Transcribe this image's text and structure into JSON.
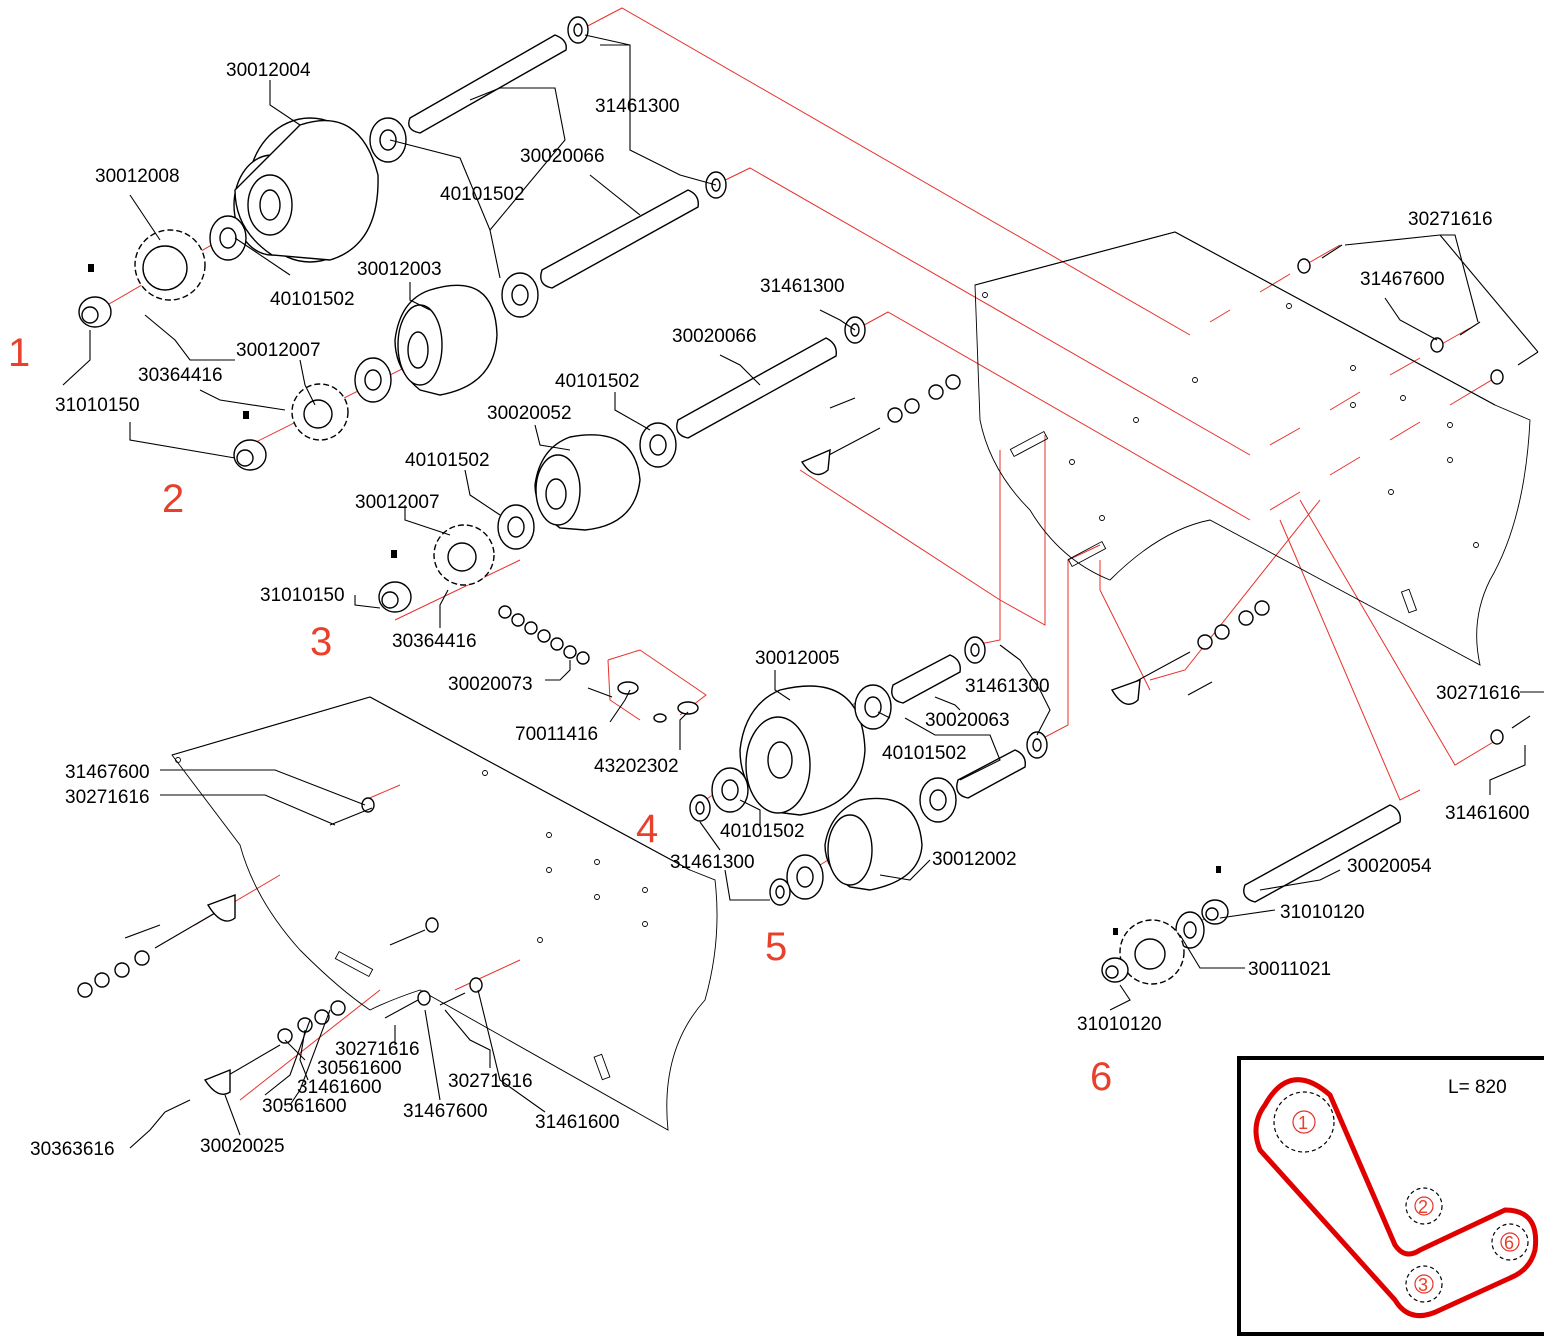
{
  "group_labels": [
    "1",
    "2",
    "3",
    "4",
    "5",
    "6"
  ],
  "part_labels": {
    "p30012004": "30012004",
    "p31461300_a": "31461300",
    "p30020066_a": "30020066",
    "p30012008": "30012008",
    "p40101502_a": "40101502",
    "p40101502_b": "40101502",
    "p30012003": "30012003",
    "p31461300_b": "31461300",
    "p30020066_b": "30020066",
    "p30012007_a": "30012007",
    "p30364416_a": "30364416",
    "p31010150_a": "31010150",
    "p40101502_c": "40101502",
    "p30020052": "30020052",
    "p40101502_d": "40101502",
    "p30012007_b": "30012007",
    "p31010150_b": "31010150",
    "p30364416_b": "30364416",
    "p30020073": "30020073",
    "p70011416": "70011416",
    "p43202302": "43202302",
    "p30012005": "30012005",
    "p31461300_c": "31461300",
    "p30020063": "30020063",
    "p40101502_e": "40101502",
    "p40101502_f": "40101502",
    "p31461300_d": "31461300",
    "p30012002": "30012002",
    "p30271616_a": "30271616",
    "p31467600_a": "31467600",
    "p30271616_b": "30271616",
    "p31461600_a": "31461600",
    "p30020054": "30020054",
    "p31010120_a": "31010120",
    "p30011021": "30011021",
    "p31010120_b": "31010120",
    "p31467600_b": "31467600",
    "p30271616_c": "30271616",
    "p30271616_d": "30271616",
    "p30561600_a": "30561600",
    "p31461600_b": "31461600",
    "p30561600_b": "30561600",
    "p30271616_e": "30271616",
    "p31467600_c": "31467600",
    "p31461600_c": "31461600",
    "p30363616": "30363616",
    "p30020025": "30020025"
  },
  "inset": {
    "chain_length": "L= 820",
    "sprockets": [
      "1",
      "2",
      "6",
      "3"
    ]
  },
  "colors": {
    "accent_red": "#e8302a",
    "chain_red": "#e00000",
    "line": "#000000"
  }
}
